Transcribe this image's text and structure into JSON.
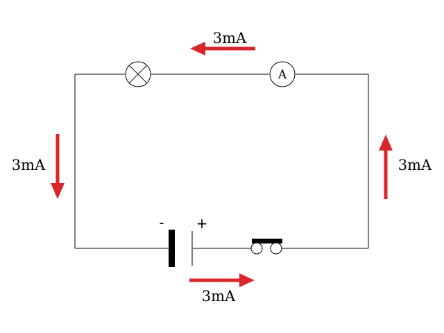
{
  "colors": {
    "wire": "#000000",
    "arrow": "#d9262b",
    "background": "#ffffff"
  },
  "components": {
    "lamp": {
      "icon": "lamp-icon"
    },
    "ammeter": {
      "icon": "ammeter-icon",
      "letter": "A"
    },
    "battery": {
      "icon": "battery-icon",
      "negative": "-",
      "positive": "+"
    },
    "switch": {
      "icon": "push-button-switch-icon"
    }
  },
  "currents": {
    "top": {
      "label": "3mA",
      "direction": "left"
    },
    "left": {
      "label": "3mA",
      "direction": "down"
    },
    "right": {
      "label": "3mA",
      "direction": "up"
    },
    "bottom": {
      "label": "3mA",
      "direction": "right"
    }
  }
}
